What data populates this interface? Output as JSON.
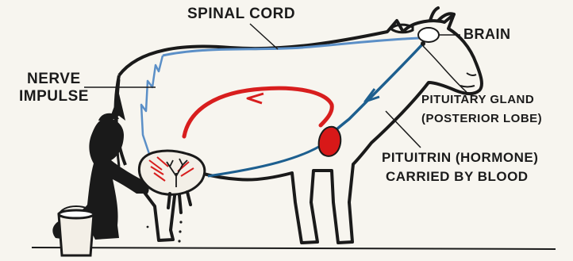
{
  "labels": {
    "spinal_cord": "SPINAL CORD",
    "brain": "BRAIN",
    "nerve_impulse_line1": "NERVE",
    "nerve_impulse_line2": "IMPULSE",
    "pituitary_line1": "PITUITARY GLAND",
    "pituitary_line2": "(POSTERIOR LOBE)",
    "hormone_line1": "PITUITRIN (HORMONE)",
    "hormone_line2": "CARRIED BY BLOOD"
  },
  "colors": {
    "outline": "#1a1a1a",
    "nerve_blue": "#5b8fc7",
    "blood_blue": "#1d5f8f",
    "blood_red": "#d81e1e",
    "heart_red": "#d81818",
    "background": "#f7f5ef",
    "udder": "#f3efe7"
  }
}
